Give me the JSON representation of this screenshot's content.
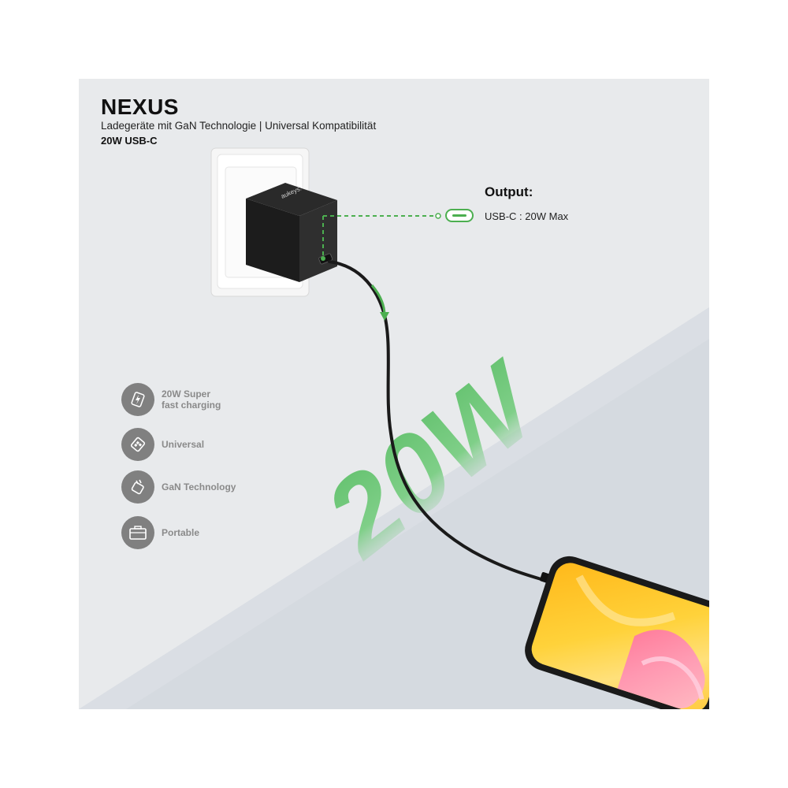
{
  "header": {
    "title": "NEXUS",
    "subtitle": "Ladegeräte mit GaN Technologie | Universal Kompatibilität",
    "model": "20W USB-C"
  },
  "output": {
    "title": "Output:",
    "value": "USB-C : 20W Max"
  },
  "charger": {
    "brand": "aukeys."
  },
  "big_label": "20W",
  "features": [
    {
      "label": "20W Super\nfast charging",
      "icon": "lightning-icon"
    },
    {
      "label": "Universal",
      "icon": "universal-plug-icon"
    },
    {
      "label": "GaN Technology",
      "icon": "gan-chip-icon"
    },
    {
      "label": "Portable",
      "icon": "briefcase-icon"
    }
  ],
  "colors": {
    "accent_green": "#4caf50",
    "panel_light": "#e8eaec",
    "panel_dark": "#d5dae0",
    "icon_circle": "#808080"
  }
}
